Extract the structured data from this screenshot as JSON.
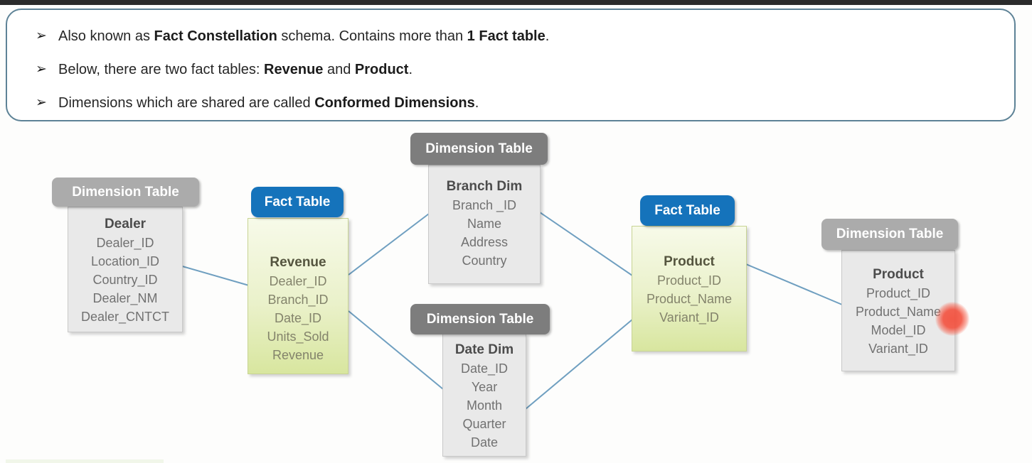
{
  "notes": {
    "bullet_glyph": "➢",
    "bullets": [
      {
        "segments": [
          {
            "text": "Also known as ",
            "bold": false
          },
          {
            "text": "Fact Constellation",
            "bold": true
          },
          {
            "text": " schema. Contains more than ",
            "bold": false
          },
          {
            "text": "1 Fact table",
            "bold": true
          },
          {
            "text": ".",
            "bold": false
          }
        ]
      },
      {
        "segments": [
          {
            "text": "Below, there are two fact tables: ",
            "bold": false
          },
          {
            "text": "Revenue",
            "bold": true
          },
          {
            "text": " and ",
            "bold": false
          },
          {
            "text": "Product",
            "bold": true
          },
          {
            "text": ".",
            "bold": false
          }
        ]
      },
      {
        "segments": [
          {
            "text": "Dimensions which are shared are called ",
            "bold": false
          },
          {
            "text": "Conformed Dimensions",
            "bold": true
          },
          {
            "text": ".",
            "bold": false
          }
        ]
      }
    ]
  },
  "tables": {
    "dealer": {
      "badge": "Dimension Table",
      "title": "Dealer",
      "fields": [
        "Dealer_ID",
        "Location_ID",
        "Country_ID",
        "Dealer_NM",
        "Dealer_CNTCT"
      ]
    },
    "revenue": {
      "badge": "Fact Table",
      "title": "Revenue",
      "fields": [
        "Dealer_ID",
        "Branch_ID",
        "Date_ID",
        "Units_Sold",
        "Revenue"
      ]
    },
    "branch": {
      "badge": "Dimension Table",
      "title": "Branch Dim",
      "fields": [
        "Branch _ID",
        "Name",
        "Address",
        "Country"
      ]
    },
    "date": {
      "badge": "Dimension Table",
      "title": "Date Dim",
      "fields": [
        "Date_ID",
        "Year",
        "Month",
        "Quarter",
        "Date"
      ]
    },
    "product_fact": {
      "badge": "Fact Table",
      "title": "Product",
      "fields": [
        "Product_ID",
        "Product_Name",
        "Variant_ID"
      ]
    },
    "product_dim": {
      "badge": "Dimension Table",
      "title": "Product",
      "fields": [
        "Product_ID",
        "Product_Name",
        "Model_ID",
        "Variant_ID"
      ]
    }
  },
  "colors": {
    "fact_badge_blue": "#1573bb",
    "dim_badge_light_gray": "#ababab",
    "dim_badge_dark_gray": "#7d7d7d",
    "dim_body_gray": "#e9e9e9",
    "fact_body_green_top": "#f7fae9",
    "fact_body_green_bottom": "#d8e69f",
    "connector_blue": "#6f9fc0",
    "callout_border": "#5d8296",
    "laser_dot_red": "#f34d3a"
  }
}
